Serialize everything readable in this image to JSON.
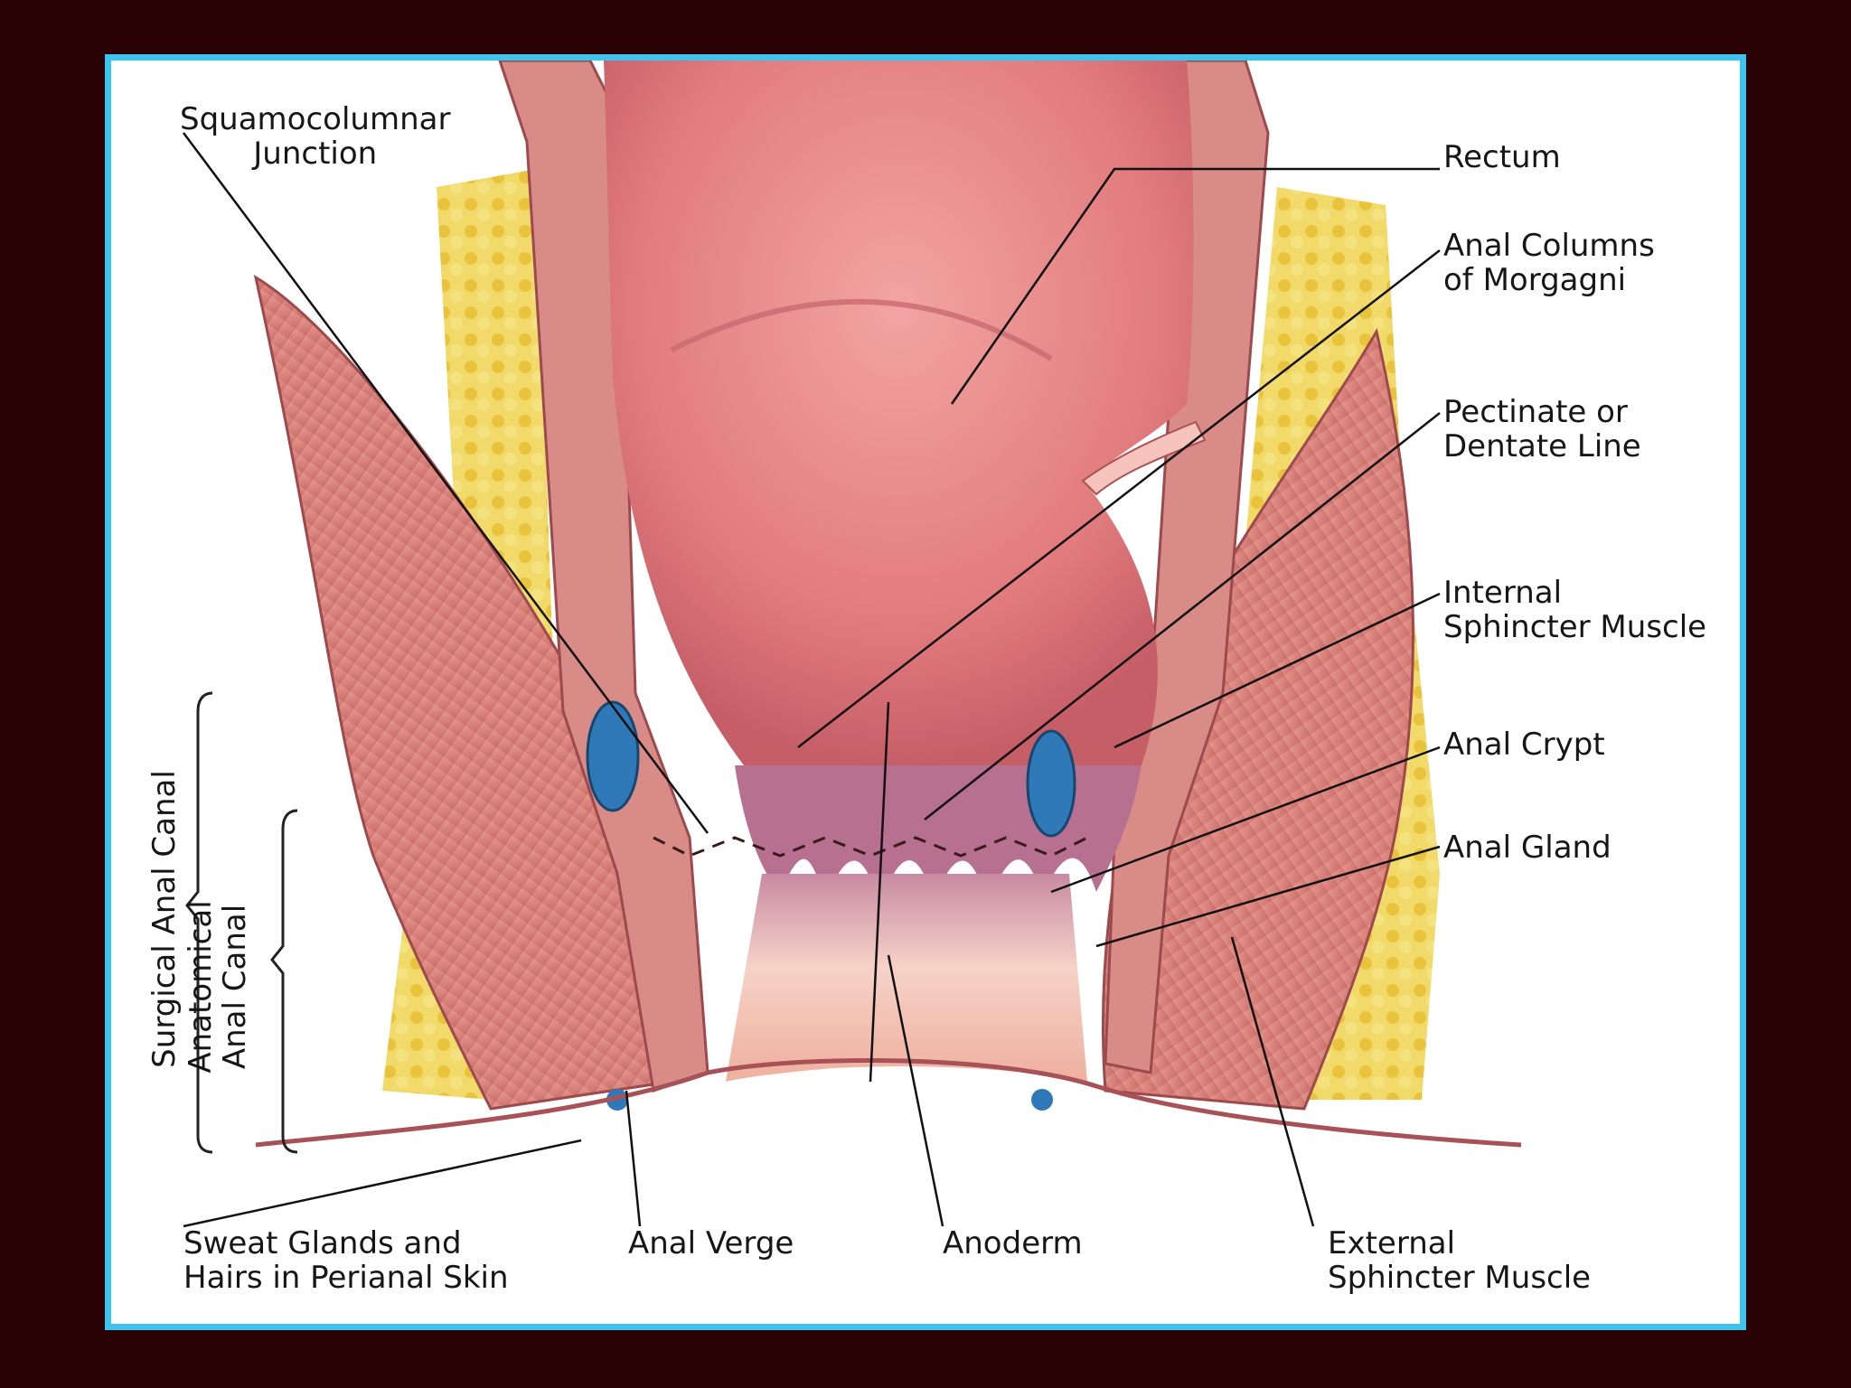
{
  "labels": {
    "squamocolumnar": [
      "Squamocolumnar",
      "Junction"
    ],
    "rectum": [
      "Rectum"
    ],
    "anal_columns": [
      "Anal Columns",
      "of Morgagni"
    ],
    "pectinate": [
      "Pectinate or",
      "Dentate Line"
    ],
    "internal_sphincter": [
      "Internal",
      "Sphincter Muscle"
    ],
    "anal_crypt": [
      "Anal Crypt"
    ],
    "anal_gland": [
      "Anal Gland"
    ],
    "sweat_glands": [
      "Sweat Glands and",
      "Hairs in Perianal Skin"
    ],
    "anal_verge": [
      "Anal Verge"
    ],
    "anoderm": [
      "Anoderm"
    ],
    "external_sphincter": [
      "External",
      "Sphincter Muscle"
    ],
    "surgical_canal": [
      "Surgical Anal Canal"
    ],
    "anatomical_canal": [
      "Anatomical",
      "Anal Canal"
    ]
  },
  "colors": {
    "background": "#2a0206",
    "frame_border": "#3cc4ee",
    "mucosa": "#e77f82",
    "muscle": "#d9827c",
    "fat": "#f0d24a",
    "vein": "#2f79b8",
    "anoderm": "#f4c7bd"
  }
}
